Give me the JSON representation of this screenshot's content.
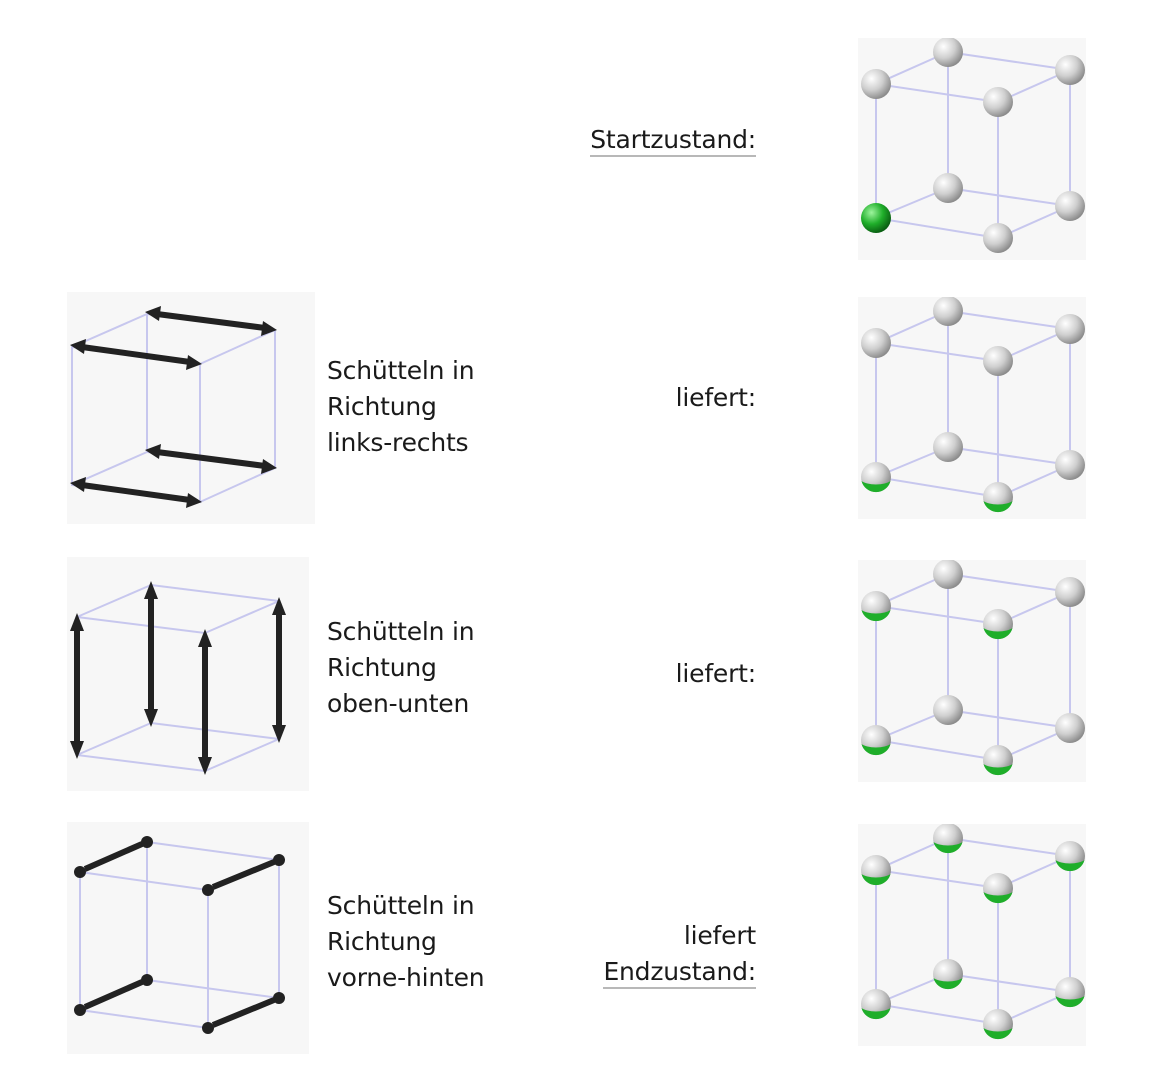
{
  "labels": {
    "start": "Startzustand:",
    "shake1": [
      "Schütteln in",
      "Richtung",
      "links-rechts"
    ],
    "result1": "liefert:",
    "shake2": [
      "Schütteln in",
      "Richtung",
      "oben-unten"
    ],
    "result2": "liefert:",
    "shake3": [
      "Schütteln in",
      "Richtung",
      "vorne-hinten"
    ],
    "result3": [
      "liefert",
      "Endzustand:"
    ]
  },
  "colors": {
    "edge": "#c7c7ee",
    "arrow": "#222222",
    "ball": "#cfcfcf",
    "green": "#1fae2a",
    "panel": "#f7f7f7"
  },
  "states": [
    {
      "name": "start",
      "green_vertices": [
        "front-bottom-left"
      ],
      "fill": "full"
    },
    {
      "name": "after-left-right",
      "green_vertices": [
        "front-bottom-left",
        "front-bottom-right"
      ],
      "fill": "bottom"
    },
    {
      "name": "after-up-down",
      "green_vertices": [
        "front-bottom-left",
        "front-bottom-right",
        "front-top-left",
        "front-top-right"
      ],
      "fill": "bottom"
    },
    {
      "name": "end",
      "green_vertices": [
        "all"
      ],
      "fill": "bottom"
    }
  ]
}
